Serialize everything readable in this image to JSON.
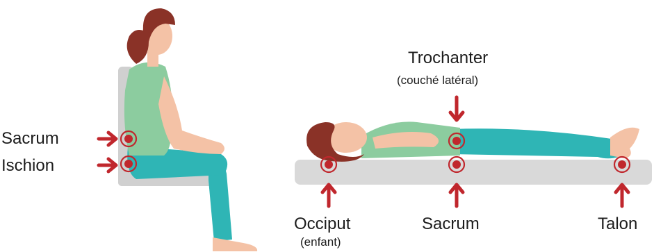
{
  "labels": {
    "sacrum_seated": "Sacrum",
    "ischion": "Ischion",
    "trochanter": "Trochanter",
    "trochanter_note": "(couché latéral)",
    "occiput": "Occiput",
    "occiput_note": "(enfant)",
    "sacrum_lying": "Sacrum",
    "talon": "Talon"
  },
  "colors": {
    "marker": "#c0272d",
    "skin": "#f4c2a6",
    "hair": "#8a3227",
    "shirt": "#8ccc9f",
    "pants": "#2fb5b5",
    "mattress": "#d9d9d9",
    "chair": "#d0d0d0"
  }
}
